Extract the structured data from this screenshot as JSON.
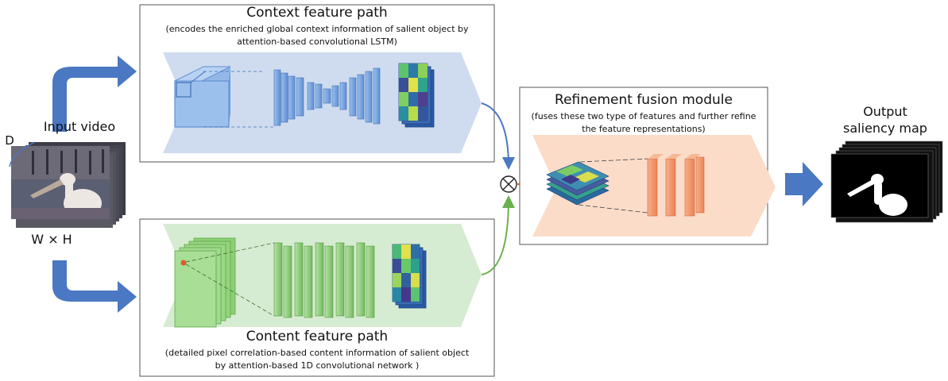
{
  "input": {
    "label": "Input video",
    "depth_label": "D",
    "size_label": "W × H"
  },
  "context_path": {
    "title": "Context feature path",
    "desc_line1": "(encodes the enriched global context information of salient object by",
    "desc_line2": "attention-based convolutional LSTM)"
  },
  "content_path": {
    "title": "Content feature path",
    "desc_line1": "(detailed pixel correlation-based content information of salient object",
    "desc_line2": "by attention-based 1D convolutional network )"
  },
  "refinement": {
    "title": "Refinement fusion module",
    "desc_line1": "(fuses these two type of features and further refine",
    "desc_line2": "the feature representations)"
  },
  "output": {
    "line1": "Output",
    "line2": "saliency map"
  },
  "colors": {
    "context_fill": "#cfdcef",
    "content_fill": "#d6ecd2",
    "refine_fill": "#fbdcc9",
    "arrow_blue": "#4a78c2",
    "arrow_green": "#6ab04c",
    "arrow_orange": "#ee7b38",
    "layer_blue": "#6d9ad8",
    "layer_green": "#7fc46a",
    "layer_orange": "#f19466"
  }
}
